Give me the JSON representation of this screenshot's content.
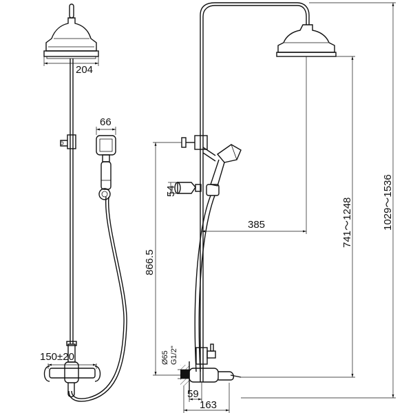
{
  "dimensions": {
    "head_diameter": "204",
    "handshower_width": "66",
    "holder_size": "54",
    "arm_reach": "385",
    "inlet_height": "866.5",
    "rail_range": "741～1248",
    "total_range": "1029～1536",
    "center_distance": "150±20",
    "pipe_diameter": "Ø65",
    "thread_size": "G1/2\"",
    "wall_offset": "59",
    "mixer_projection": "163"
  }
}
